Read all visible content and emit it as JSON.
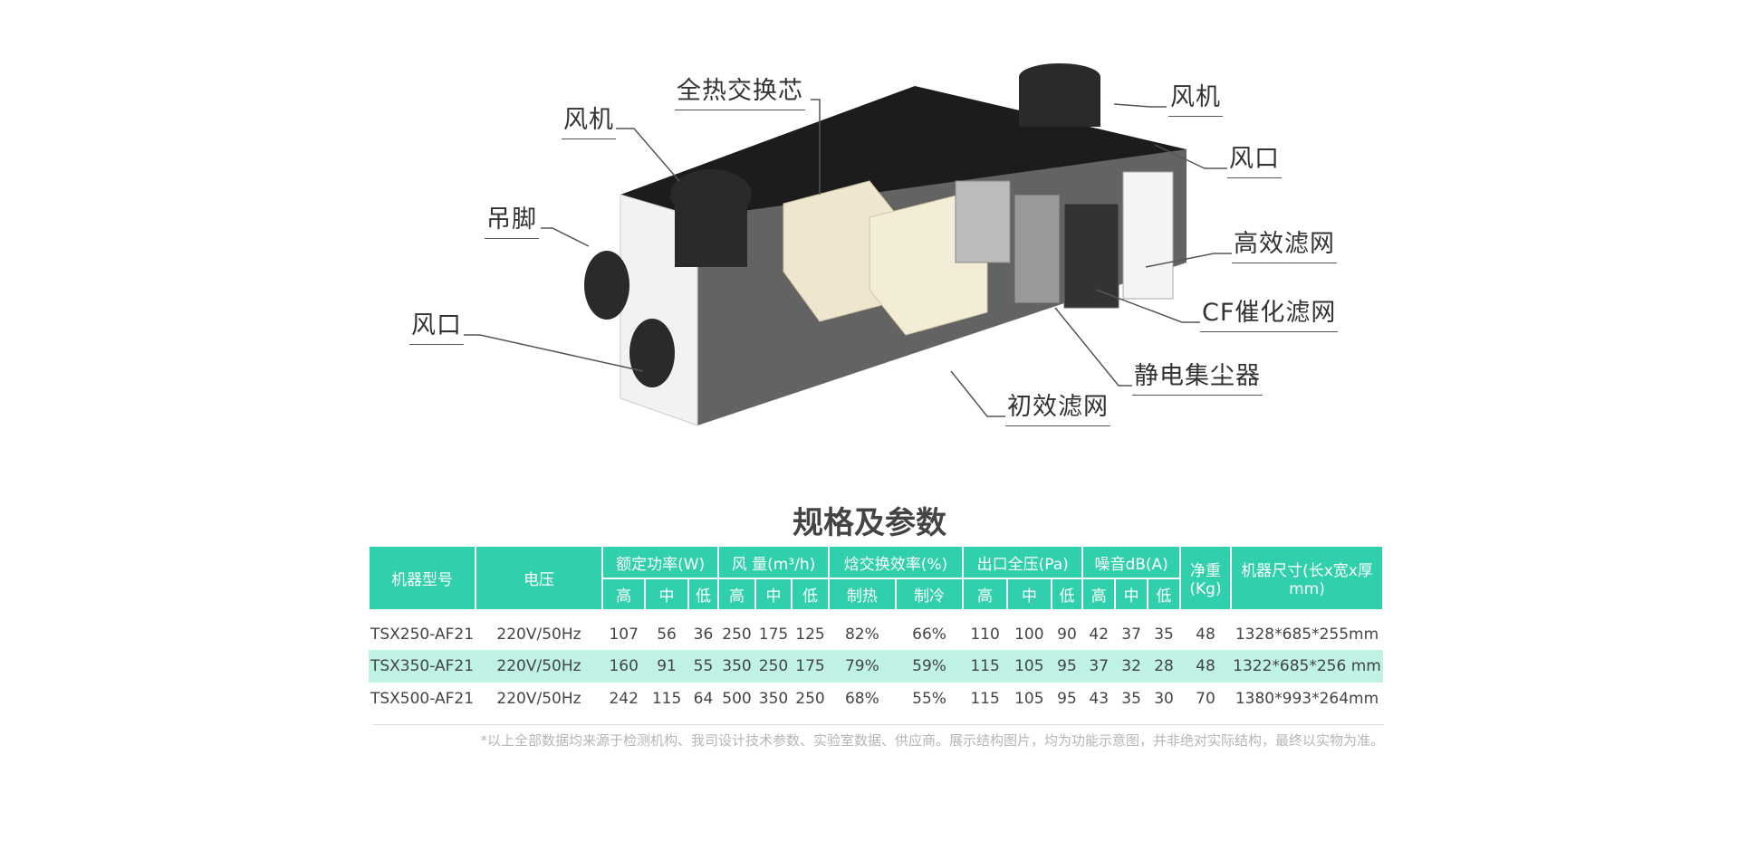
{
  "labels": {
    "core": "全热交换芯",
    "fan_left": "风机",
    "hanger": "吊脚",
    "vent_left": "风口",
    "fan_right": "风机",
    "vent_right": "风口",
    "hepa": "高效滤网",
    "cf": "CF催化滤网",
    "esp": "静电集尘器",
    "primary": "初效滤网"
  },
  "title": "规格及参数",
  "table": {
    "h_model": "机器型号",
    "h_voltage": "电压",
    "h_power": "额定功率(W)",
    "h_air": "风 量(m³/h)",
    "h_eff": "焓交换效率(%)",
    "h_press": "出口全压(Pa)",
    "h_noise": "噪音dB(A)",
    "h_weight": "净重(Kg)",
    "h_size": "机器尺寸(长x宽x厚mm)",
    "sub": [
      "高",
      "中",
      "低",
      "高",
      "中",
      "低",
      "制热",
      "制冷",
      "高",
      "中",
      "低",
      "高",
      "中",
      "低"
    ],
    "rows": [
      [
        "TSX250-AF21",
        "220V/50Hz",
        "107",
        "56",
        "36",
        "250",
        "175",
        "125",
        "82%",
        "66%",
        "110",
        "100",
        "90",
        "42",
        "37",
        "35",
        "48",
        "1328*685*255mm"
      ],
      [
        "TSX350-AF21",
        "220V/50Hz",
        "160",
        "91",
        "55",
        "350",
        "250",
        "175",
        "79%",
        "59%",
        "115",
        "105",
        "95",
        "37",
        "32",
        "28",
        "48",
        "1322*685*256 mm"
      ],
      [
        "TSX500-AF21",
        "220V/50Hz",
        "242",
        "115",
        "64",
        "500",
        "350",
        "250",
        "68%",
        "55%",
        "115",
        "105",
        "95",
        "43",
        "35",
        "30",
        "70",
        "1380*993*264mm"
      ]
    ]
  },
  "note": "*以上全部数据均来源于检测机构、我司设计技术参数、实验室数据、供应商。展示结构图片，均为功能示意图，并非绝对实际结构，最终以实物为准。"
}
